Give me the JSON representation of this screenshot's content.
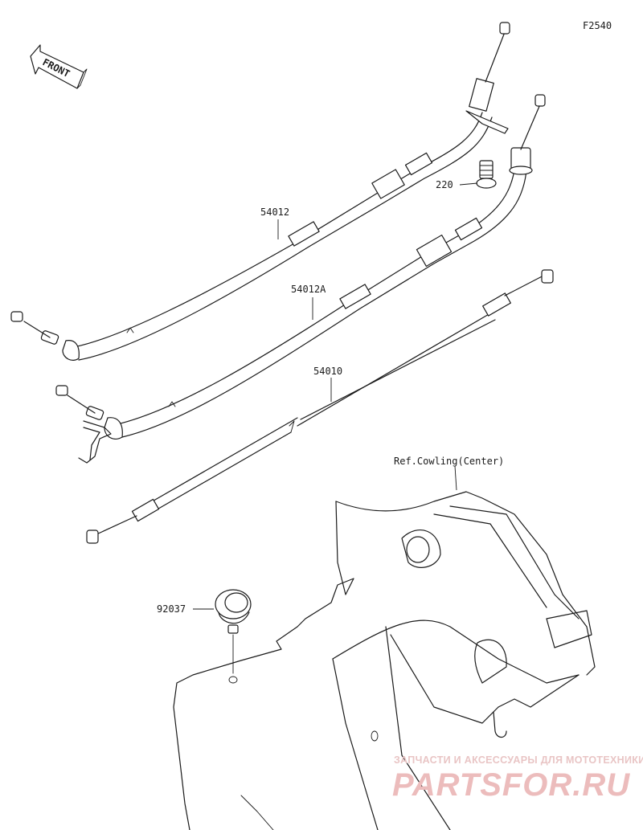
{
  "diagram": {
    "figure_code": "F2540",
    "front_indicator": "FRONT",
    "callouts": {
      "cable_1": "54012",
      "cable_2": "54012A",
      "cable_3": "54010",
      "bolt": "220",
      "clamp": "92037",
      "reference": "Ref.Cowling(Center)"
    }
  },
  "watermark": {
    "tagline": "ЗАПЧАСТИ И АКСЕССУАРЫ ДЛЯ МОТОТЕХНИКИ",
    "brand": "PARTSFOR.RU"
  }
}
